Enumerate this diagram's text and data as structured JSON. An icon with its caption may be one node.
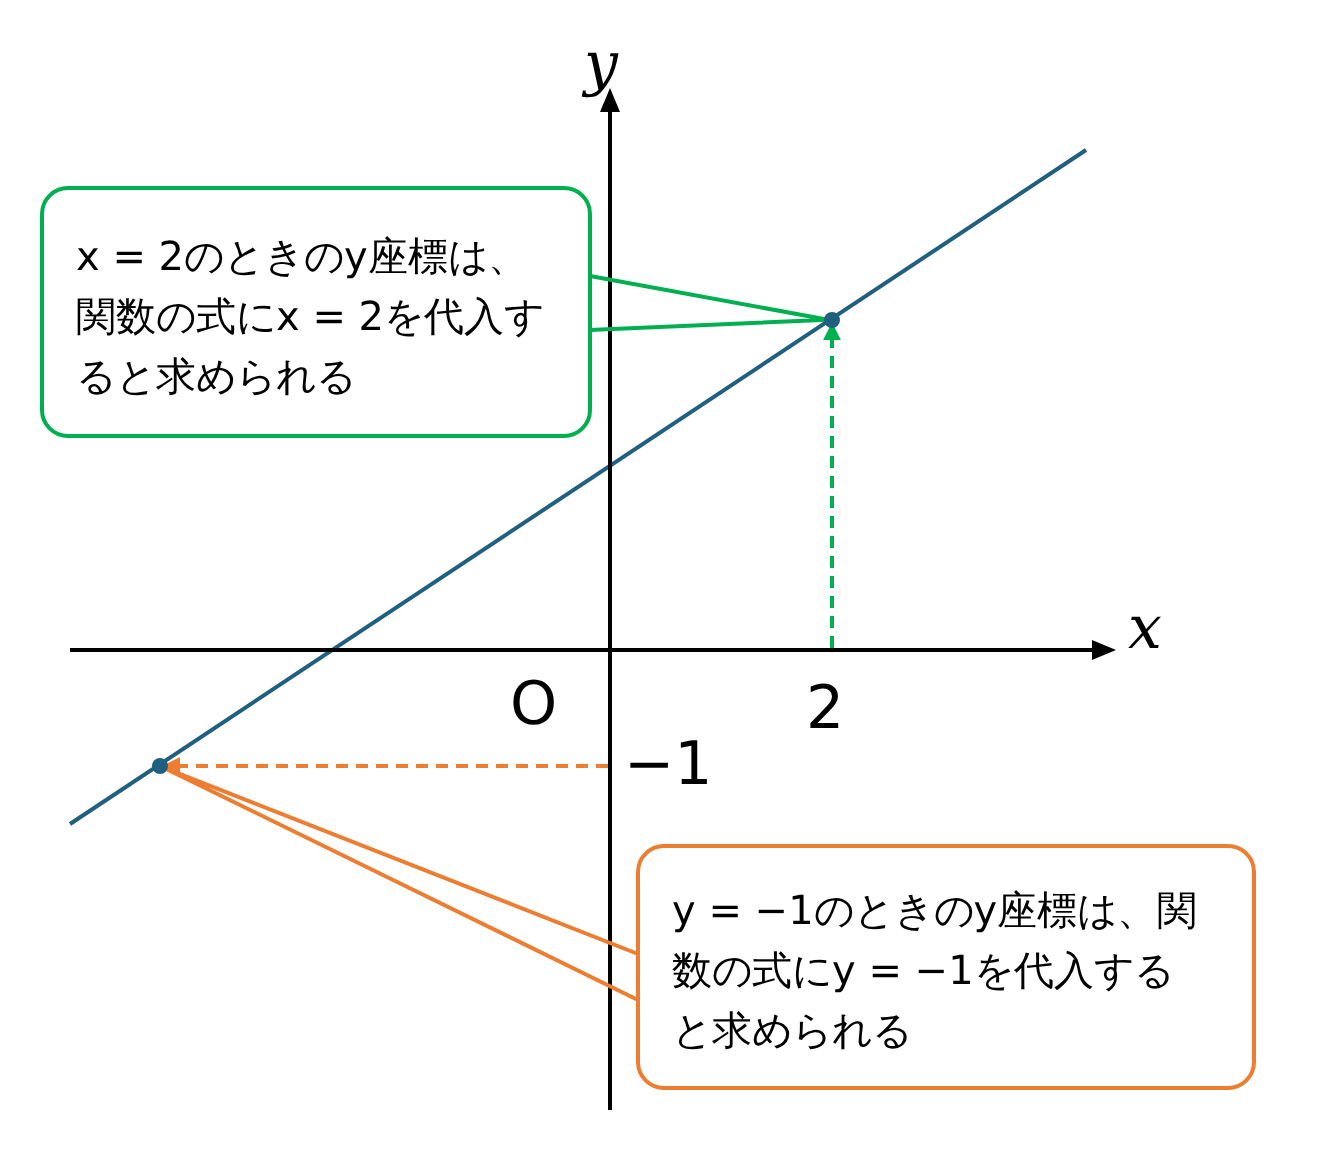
{
  "diagram": {
    "nodes": [
      {
        "text": [
          "x = 2のときのy座標は、関数の式にx = 2を代入すると求められる"
        ]
      },
      {
        "text": [],
        "shape": "circle"
      },
      {
        "text": [
          "y = −1のときのy座標は、関数の式にy = −1を代入すると求められる"
        ]
      },
      {
        "text": [],
        "shape": "circle"
      }
    ],
    "edges": [
      {
        "from": 0,
        "to": 1,
        "arrow": "none",
        "color": "#00b050"
      },
      {
        "from": null,
        "to": 1,
        "arrow": "to",
        "style": "dashed",
        "color": "#00b050"
      },
      {
        "from": 2,
        "to": 3,
        "arrow": "none",
        "color": "#ed7d31"
      },
      {
        "from": null,
        "to": 3,
        "arrow": "to",
        "style": "dashed",
        "color": "#ed7d31"
      }
    ],
    "labels": [
      "y",
      "x",
      "O",
      "2",
      "−1"
    ]
  }
}
